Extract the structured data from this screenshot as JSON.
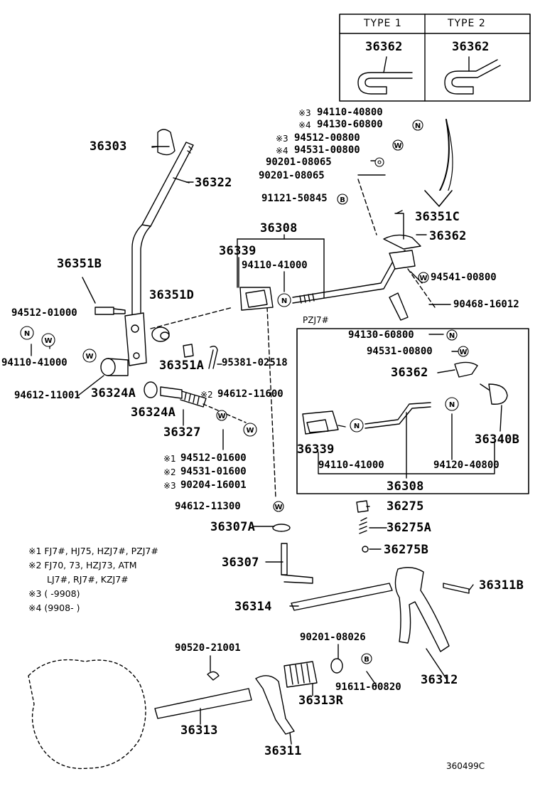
{
  "type_table": {
    "type1_label": "TYPE  1",
    "type2_label": "TYPE  2",
    "type1_part": "36362",
    "type2_part": "36362"
  },
  "parts": {
    "p36303": "36303",
    "p36322": "36322",
    "p36351B": "36351B",
    "p36351D": "36351D",
    "p94512_01000": "94512-01000",
    "p94110_41000_left": "94110-41000",
    "p94612_11001": "94612-11001",
    "p36324A_1": "36324A",
    "p36324A_2": "36324A",
    "p36327": "36327",
    "p36351A": "36351A",
    "p95381_02518": "95381-02518",
    "p94612_11600": "94612-11600",
    "p94512_01600": "94512-01600",
    "p94531_01600": "94531-01600",
    "p90204_16001": "90204-16001",
    "p94612_11300": "94612-11300",
    "p36307A": "36307A",
    "p36307": "36307",
    "p36314": "36314",
    "p36308_top": "36308",
    "p36339_top": "36339",
    "p94110_41000_top": "94110-41000",
    "p94110_40800": "94110-40800",
    "p94130_60800_top": "94130-60800",
    "p94512_00800": "94512-00800",
    "p94531_00800_top": "94531-00800",
    "p90201_08065_a": "90201-08065",
    "p90201_08065_b": "90201-08065",
    "p91121_50845": "91121-50845",
    "p36351C": "36351C",
    "p36362_main": "36362",
    "p94541_00800": "94541-00800",
    "p90468_16012": "90468-16012",
    "p36275": "36275",
    "p36275A": "36275A",
    "p36275B": "36275B",
    "p36311B": "36311B",
    "p36312": "36312",
    "p90201_08026": "90201-08026",
    "p91611_60820": "91611-60820",
    "p36313R": "36313R",
    "p90520_21001": "90520-21001",
    "p36313": "36313",
    "p36311": "36311"
  },
  "marks": {
    "m1": "※1",
    "m2": "※2",
    "m3": "※3",
    "m4": "※4",
    "m2b": "※2",
    "m1b": "※1",
    "m2c": "※2",
    "m3b": "※3"
  },
  "pzj7": {
    "title": "PZJ7#",
    "p94130_60800": "94130-60800",
    "p94531_00800": "94531-00800",
    "p36362": "36362",
    "p36339": "36339",
    "p36340B": "36340B",
    "p94110_41000": "94110-41000",
    "p94120_40800": "94120-40800",
    "p36308": "36308"
  },
  "notes": {
    "n1": "※1 FJ7#, HJ75, HZJ7#, PZJ7#",
    "n2": "※2 FJ70, 73, HZJ73, ATM",
    "n2b": "LJ7#, RJ7#, KZJ7#",
    "n3": "※3 (      -9908)",
    "n4": "※4 (9908-       )"
  },
  "symbols": {
    "N": "N",
    "W": "W",
    "B": "B"
  },
  "drawing_code": "360499C"
}
